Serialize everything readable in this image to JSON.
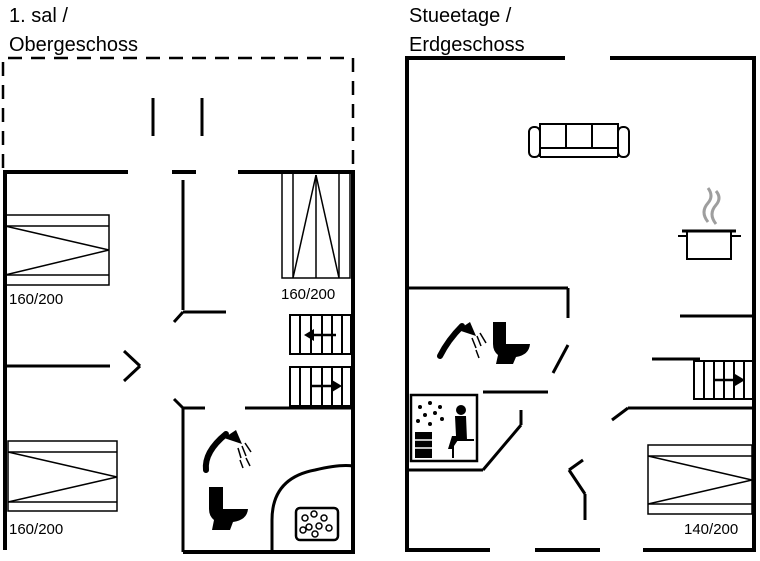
{
  "upper_floor": {
    "title_line1": "1. sal /",
    "title_line2": "Obergeschoss",
    "bed_sizes": [
      "160/200",
      "160/200",
      "160/200"
    ]
  },
  "ground_floor": {
    "title_line1": "Stueetage /",
    "title_line2": "Erdgeschoss",
    "bed_sizes": [
      "140/200"
    ]
  },
  "icons": [
    "bed-icon",
    "shower-icon",
    "toilet-icon",
    "whirlpool-icon",
    "sofa-icon",
    "cooking-pot-icon",
    "sauna-icon",
    "stairs-icon"
  ],
  "colors": {
    "wall": "#000000",
    "background": "#ffffff"
  }
}
